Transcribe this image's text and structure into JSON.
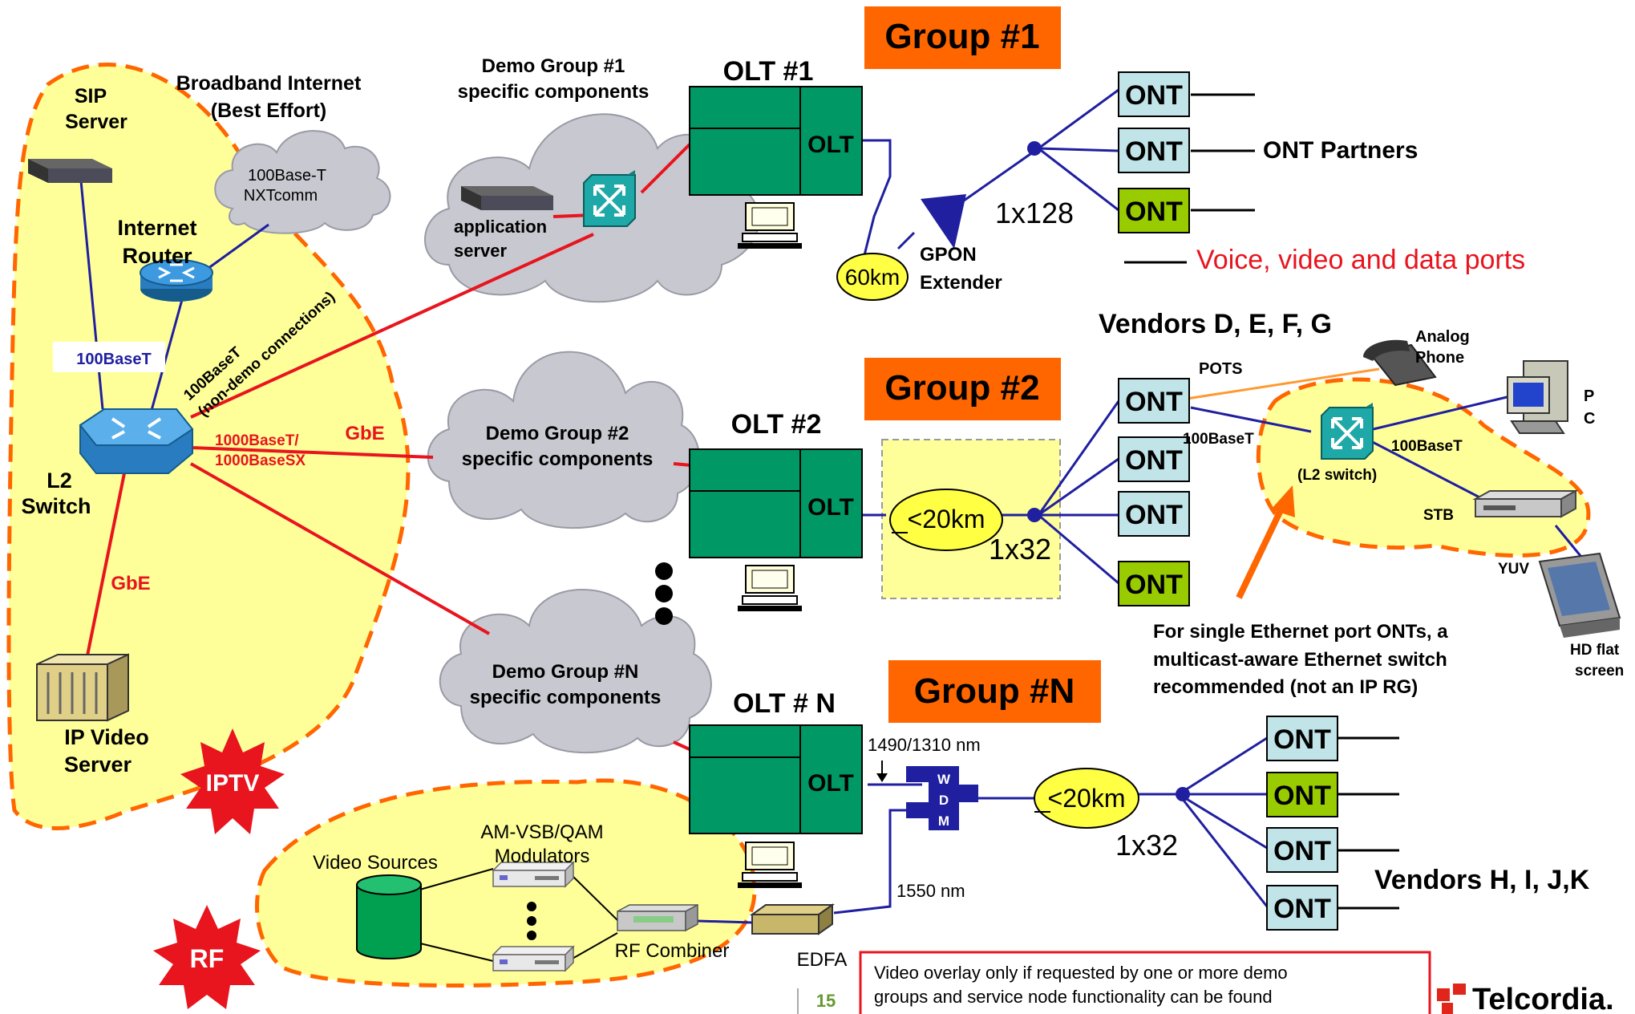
{
  "colors": {
    "accent_orange": "#FF6600",
    "olt_fill": "#009966",
    "ont_fill": "#C0E4E8",
    "ont_active_fill": "#99CC00",
    "zone_fill": "#FFFF99",
    "cloud_fill": "#C8C8D0",
    "link_red": "#E8141E",
    "link_blue": "#1F1FA0",
    "link_orange": "#FF9933",
    "voice_red": "#E8141E",
    "burst_red": "#E8141E",
    "telcordia_red": "#E1251B"
  },
  "groups": {
    "g1": "Group #1",
    "g2": "Group #2",
    "gn": "Group #N"
  },
  "olts": {
    "olt1": {
      "title": "OLT #1",
      "label": "OLT"
    },
    "olt2": {
      "title": "OLT #2",
      "label": "OLT"
    },
    "oltn": {
      "title": "OLT # N",
      "label": "OLT"
    }
  },
  "ont_label": "ONT",
  "core": {
    "sip1": "SIP",
    "sip2": "Server",
    "bb1": "Broadband Internet",
    "bb2": "(Best Effort)",
    "nxt1": "100Base-T",
    "nxt2": "NXTcomm",
    "router1": "Internet",
    "router2": "Router",
    "link_100baset": "100BaseT",
    "nondemo1": "100BaseT",
    "nondemo2": "(non-demo connections)",
    "l2_1": "L2",
    "l2_2": "Switch",
    "gbe_link1": "1000BaseT/",
    "gbe_link2": "1000BaseSX",
    "gbe_top": "GbE",
    "gbe_left": "GbE",
    "ipvideo1": "IP Video",
    "ipvideo2": "Server",
    "iptv": "IPTV"
  },
  "group1": {
    "demo1": "Demo Group #1",
    "demo2": "specific components",
    "app1": "application",
    "app2": "server",
    "dist": "60km",
    "split": "1x128",
    "ext1": "GPON",
    "ext2": "Extender",
    "partners": "ONT Partners",
    "voice_ports": "Voice, video and data ports"
  },
  "group2": {
    "vendors": "Vendors D, E, F, G",
    "cloud1": "Demo Group #2",
    "cloud2": "specific components",
    "dist": "<20km",
    "split": "1x32",
    "pots": "POTS",
    "phone1": "Analog",
    "phone2": "Phone",
    "lan1": "100BaseT",
    "lan2": "100BaseT",
    "l2switch": "(L2 switch)",
    "pc1": "P",
    "pc2": "C",
    "stb": "STB",
    "yuv": "YUV",
    "hd1": "HD flat",
    "hd2": "screen",
    "note1": "For single Ethernet port ONTs, a",
    "note2": "multicast-aware Ethernet switch",
    "note3": "recommended (not an IP RG)"
  },
  "groupn": {
    "cloud1": "Demo Group #N",
    "cloud2": "specific components",
    "wl1": "1490/1310 nm",
    "wl2": "1550 nm",
    "wdm1": "W",
    "wdm2": "D",
    "wdm3": "M",
    "dist": "<20km",
    "split": "1x32",
    "vendors": "Vendors H, I, J,K"
  },
  "rf": {
    "sources": "Video Sources",
    "mod1": "AM-VSB/QAM",
    "mod2": "Modulators",
    "combiner": "RF Combiner",
    "edfa": "EDFA",
    "burst": "RF"
  },
  "footer": {
    "page": "15",
    "note1": "Video overlay only if requested by one or more demo",
    "note2": "groups and service node functionality can be found",
    "brand": "Telcordia."
  }
}
